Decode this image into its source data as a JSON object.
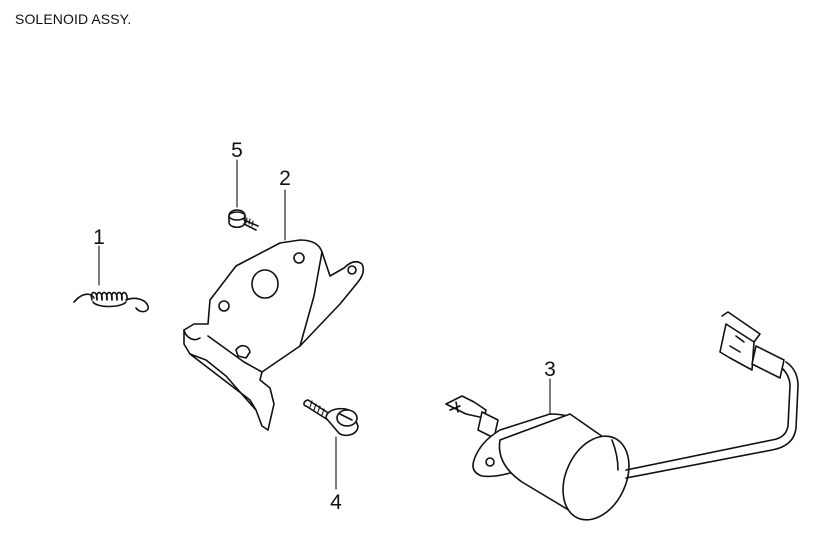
{
  "title": "SOLENOID ASSY.",
  "callouts": {
    "part_1": "1",
    "part_2": "2",
    "part_3": "3",
    "part_4": "4",
    "part_5": "5"
  },
  "colors": {
    "ink": "#111111",
    "background": "#ffffff"
  }
}
